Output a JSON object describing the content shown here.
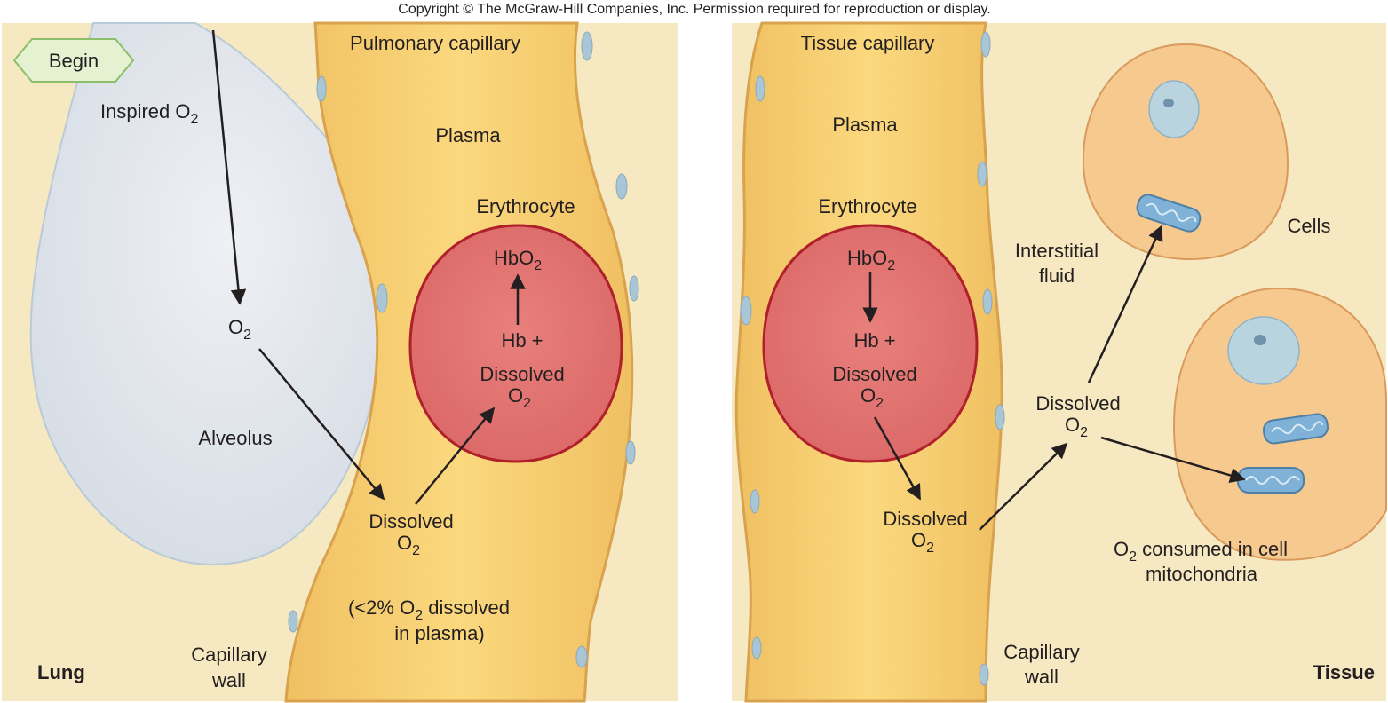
{
  "copyright": "Copyright © The McGraw-Hill Companies, Inc. Permission required for reproduction or display.",
  "colors": {
    "background": "#f6e8c0",
    "capillary": "#f7cd73",
    "alveolus": "#e6eaf0",
    "erythrocyte": "#e8807c",
    "erythrocyte_border": "#b0202a",
    "cell": "#f6c98f",
    "nucleus": "#b9d3df",
    "mitochondrion": "#7fb2d6",
    "begin_badge": "#e4f2d2"
  },
  "lung_panel": {
    "begin_label": "Begin",
    "inspired": "Inspired O",
    "inspired_sub": "2",
    "o2": "O",
    "o2_sub": "2",
    "alveolus": "Alveolus",
    "pulmonary_capillary": "Pulmonary capillary",
    "plasma": "Plasma",
    "erythrocyte": "Erythrocyte",
    "hbo2": "HbO",
    "hbo2_sub": "2",
    "hb_plus": "Hb +",
    "dissolved": "Dissolved",
    "dissolved_o2": "O",
    "dissolved_o2_sub": "2",
    "plasma_dissolved": "Dissolved",
    "plasma_dissolved_o2": "O",
    "plasma_dissolved_o2_sub": "2",
    "note_line1_a": "(<2% O",
    "note_line1_sub": "2",
    "note_line1_b": " dissolved",
    "note_line2": "in plasma)",
    "capillary_wall_1": "Capillary",
    "capillary_wall_2": "wall",
    "panel_label": "Lung"
  },
  "tissue_panel": {
    "tissue_capillary": "Tissue capillary",
    "plasma": "Plasma",
    "erythrocyte": "Erythrocyte",
    "hbo2": "HbO",
    "hbo2_sub": "2",
    "hb_plus": "Hb +",
    "dissolved": "Dissolved",
    "dissolved_o2": "O",
    "dissolved_o2_sub": "2",
    "plasma_dissolved": "Dissolved",
    "plasma_dissolved_o2": "O",
    "plasma_dissolved_o2_sub": "2",
    "interstitial_1": "Interstitial",
    "interstitial_2": "fluid",
    "interstitial_dissolved": "Dissolved",
    "interstitial_o2": "O",
    "interstitial_o2_sub": "2",
    "cells": "Cells",
    "consumed_a": "O",
    "consumed_sub": "2",
    "consumed_b": " consumed in cell",
    "consumed_line2": "mitochondria",
    "capillary_wall_1": "Capillary",
    "capillary_wall_2": "wall",
    "panel_label": "Tissue"
  }
}
